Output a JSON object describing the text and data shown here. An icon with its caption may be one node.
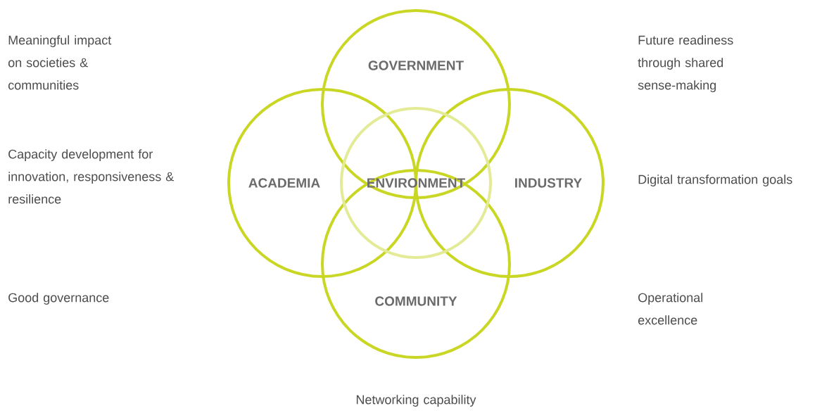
{
  "diagram": {
    "nodes": [
      {
        "text": [
          "GOVERNMENT"
        ]
      },
      {
        "text": [
          "ACADEMIA"
        ]
      },
      {
        "text": [
          "ENVIRONMENT"
        ]
      },
      {
        "text": [
          "INDUSTRY"
        ]
      },
      {
        "text": [
          "COMMUNITY"
        ]
      }
    ],
    "labels": [
      "Meaningful impact on societies & communities",
      "Future readiness through shared sense-making",
      "Capacity development for innovation, responsiveness & resilience",
      "Digital transformation goals",
      "Good governance",
      "Operational excellence",
      "Networking capability"
    ]
  }
}
